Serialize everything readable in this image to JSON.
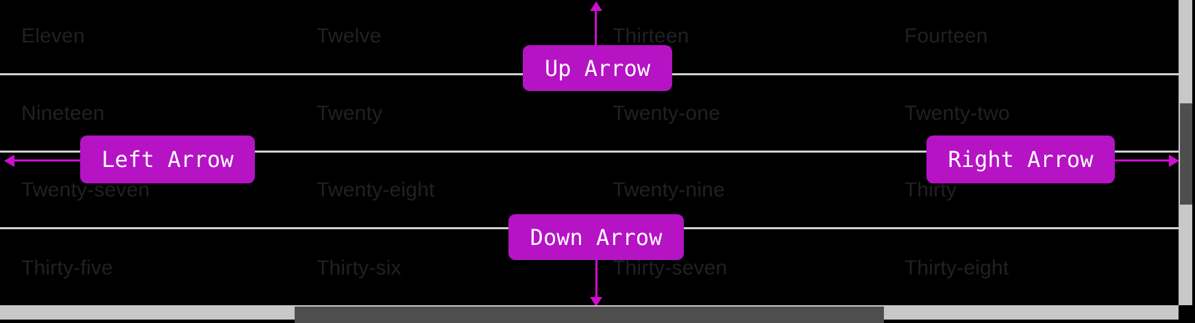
{
  "app": {
    "description": "Dark virtualized grid demo with arrow-key scrolling annotations",
    "background_color": "#000000"
  },
  "grid": {
    "text_color": "#212121",
    "separator_color": "#d4d4d4",
    "rows": [
      {
        "cells": [
          "Eleven",
          "Twelve",
          "Thirteen",
          "Fourteen"
        ]
      },
      {
        "cells": [
          "Nineteen",
          "Twenty",
          "Twenty-one",
          "Twenty-two"
        ]
      },
      {
        "cells": [
          "Twenty-seven",
          "Twenty-eight",
          "Twenty-nine",
          "Thirty"
        ]
      },
      {
        "cells": [
          "Thirty-five",
          "Thirty-six",
          "Thirty-seven",
          "Thirty-eight"
        ]
      }
    ]
  },
  "annotations": {
    "fill_color": "#b513c4",
    "arrow_color": "#cf0ecf",
    "label_color": "#ffffff",
    "buttons": [
      {
        "label": "Up Arrow"
      },
      {
        "label": "Left Arrow"
      },
      {
        "label": "Right Arrow"
      },
      {
        "label": "Down Arrow"
      }
    ]
  },
  "scrollbars": {
    "track_color": "#c8c8c8",
    "thumb_color": "#4e4e4e",
    "vertical": {
      "present": true
    },
    "horizontal": {
      "present": true
    }
  }
}
